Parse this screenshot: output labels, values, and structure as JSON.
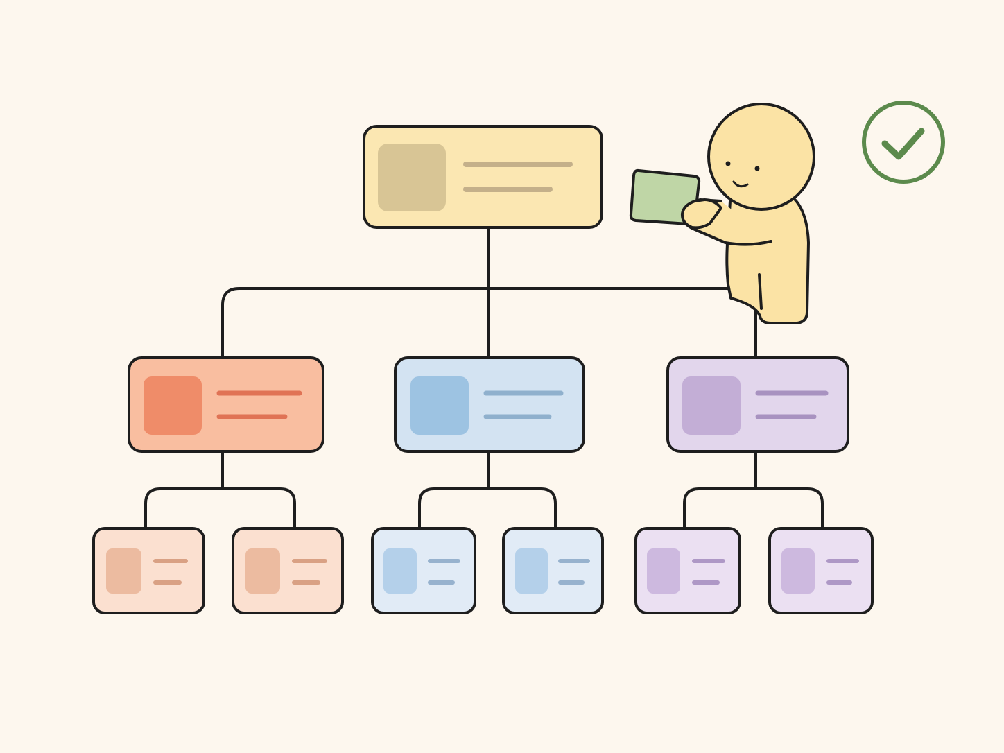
{
  "diagram": {
    "kind": "org-chart",
    "root": {
      "name": "root-node",
      "color": "yellow"
    },
    "branches": [
      {
        "name": "branch-orange",
        "color": "orange",
        "children": [
          "leaf-orange-1",
          "leaf-orange-2"
        ]
      },
      {
        "name": "branch-blue",
        "color": "blue",
        "children": [
          "leaf-blue-1",
          "leaf-blue-2"
        ]
      },
      {
        "name": "branch-purple",
        "color": "purple",
        "children": [
          "leaf-purple-1",
          "leaf-purple-2"
        ]
      }
    ]
  },
  "colors": {
    "background": "#fdf7ee",
    "outline": "#1e1e1e",
    "yellow_fill": "#fbe7b2",
    "yellow_avatar": "#d8c595",
    "yellow_line": "#c4b08a",
    "orange_fill": "#f9bea0",
    "orange_avatar": "#ef8c69",
    "orange_line": "#e07355",
    "blue_fill": "#d3e3f2",
    "blue_avatar": "#9dc3e2",
    "blue_line": "#8fb0cd",
    "purple_fill": "#e2d6ec",
    "purple_avatar": "#c3aed6",
    "purple_line": "#a892c0",
    "leaf_orange_fill": "#fbe0d0",
    "leaf_orange_avatar": "#ecbba0",
    "leaf_orange_line": "#d9a184",
    "leaf_blue_fill": "#e1ebf6",
    "leaf_blue_avatar": "#b4d0ea",
    "leaf_blue_line": "#97b2ce",
    "leaf_purple_fill": "#ebe0f2",
    "leaf_purple_avatar": "#cdb9df",
    "leaf_purple_line": "#ae98c6",
    "character_fill": "#fbe3a5",
    "card_green": "#bfd6a6",
    "check_green": "#5c8a4c"
  },
  "icons": {
    "character": "person-placing-card",
    "held_card": "green-card",
    "status": "check-circle-icon"
  }
}
